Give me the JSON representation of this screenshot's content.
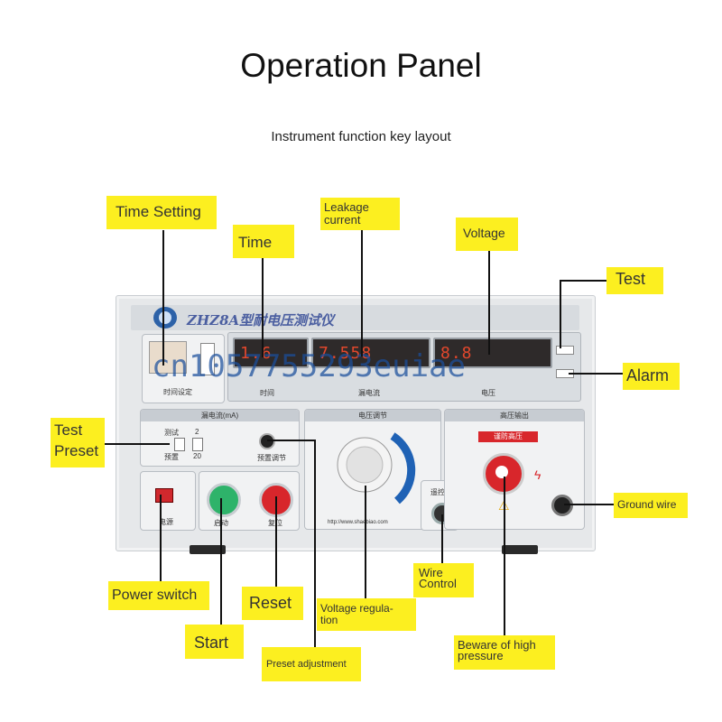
{
  "title": "Operation Panel",
  "subtitle": "Instrument function key layout",
  "labels": {
    "time_setting": "Time Setting",
    "time": "Time",
    "leakage_current": "Leakage\ncurrent",
    "voltage": "Voltage",
    "test": "Test",
    "alarm": "Alarm",
    "test_preset": "Test\nPreset",
    "ground_wire": "Ground wire",
    "wire_control": "Wire\nControl",
    "power_switch": "Power switch",
    "reset": "Reset",
    "voltage_regulation": "Voltage regula-\ntion",
    "start": "Start",
    "preset_adjustment": "Preset adjustment",
    "beware_high_pressure": "Beware of high\npressure"
  },
  "device": {
    "model": "ZHZ8A型耐电压测试仪",
    "display_time": "1.6",
    "display_leakage": "7.558",
    "display_voltage": "8.8",
    "caption_time": "时间",
    "caption_leakage": "漏电流",
    "caption_voltage": "电压",
    "time_set_label": "时间设定",
    "leakage_section": "漏电流(mA)",
    "voltage_section": "电压调节",
    "hv_section": "高压输出",
    "hv_warning": "谨防高压",
    "preset_adjust_cn": "预置调节",
    "test_cn": "测试",
    "preset_cn": "预置",
    "range_2": "2",
    "range_20": "20",
    "power_cn": "电源",
    "start_cn": "启动",
    "reset_cn": "复位",
    "remote_cn": "遥控",
    "website": "http://www.shaebiao.com"
  },
  "watermark": "cn1057755293euiae",
  "colors": {
    "label_bg": "#fcef20",
    "display_digits": "#e2472c",
    "start_button": "#2eb36a",
    "reset_button": "#d8262b",
    "knob_arc": "#1f62b5"
  }
}
